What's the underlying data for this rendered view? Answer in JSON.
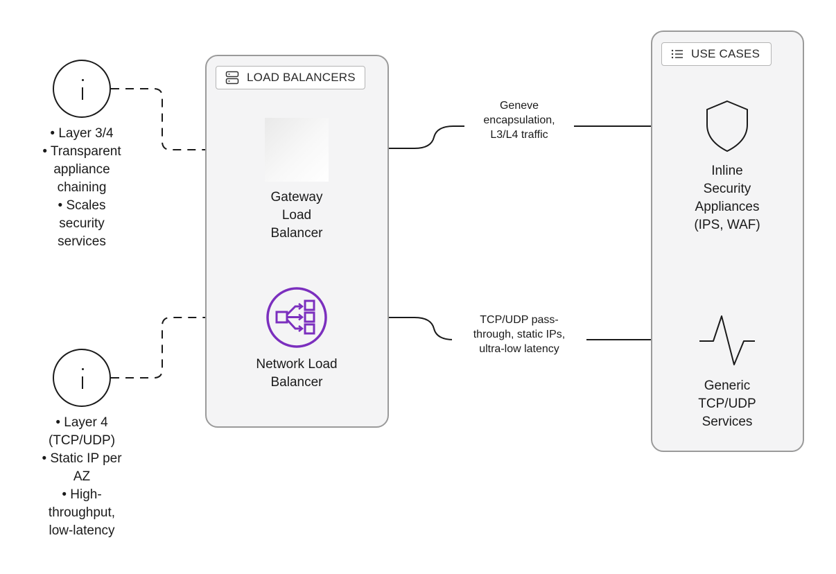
{
  "groups": {
    "load_balancers": {
      "header": "LOAD BALANCERS",
      "icon": "server-stack-icon"
    },
    "use_cases": {
      "header": "USE CASES",
      "icon": "list-icon"
    }
  },
  "nodes": {
    "gateway_lb": {
      "label": "Gateway\nLoad\nBalancer",
      "icon": "gateway-load-balancer-icon"
    },
    "network_lb": {
      "label": "Network Load\nBalancer",
      "icon": "network-load-balancer-icon",
      "icon_color": "#7b2fbe"
    },
    "inline_security": {
      "label": "Inline\nSecurity\nAppliances\n(IPS, WAF)",
      "icon": "shield-icon"
    },
    "generic_services": {
      "label": "Generic\nTCP/UDP\nServices",
      "icon": "pulse-icon"
    }
  },
  "notes": {
    "gateway_info": {
      "icon": "info-icon",
      "text": "• Layer 3/4\n• Transparent\nappliance\nchaining\n• Scales\nsecurity\nservices"
    },
    "network_info": {
      "icon": "info-icon",
      "text": "• Layer 4\n(TCP/UDP)\n• Static IP per\nAZ\n• High-\nthroughput,\nlow-latency"
    }
  },
  "edges": {
    "gateway_to_security": {
      "label": "Geneve\nencapsulation,\nL3/L4 traffic"
    },
    "network_to_services": {
      "label": "TCP/UDP pass-\nthrough, static IPs,\nultra-low latency"
    }
  },
  "colors": {
    "group_fill": "#f4f4f5",
    "group_border": "#9a9a9a",
    "nlb_accent": "#7b2fbe",
    "line": "#1a1a1a"
  }
}
